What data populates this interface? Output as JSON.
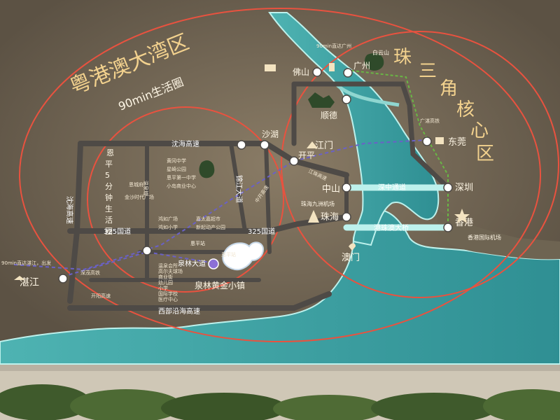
{
  "headline": {
    "title": "粤港澳大湾区",
    "subtitle": "90min生活圈",
    "delta_chars": [
      "珠",
      "三",
      "角",
      "核",
      "心",
      "区"
    ],
    "local_circle_chars": [
      "恩",
      "平",
      "5",
      "分",
      "钟",
      "生",
      "活",
      "圈"
    ]
  },
  "cities": {
    "guangzhou": "广州",
    "baiyunshan": "白云山",
    "foshan": "佛山",
    "shunde": "顺德",
    "dongguan": "东莞",
    "shenzhen": "深圳",
    "hongkong": "香港",
    "hk_airport": "香港国际机场",
    "macau": "澳门",
    "zhuhai": "珠海",
    "zhuhai_airport": "珠海九洲机场",
    "zhongshan": "中山",
    "jiangmen": "江门",
    "kaiping": "开平",
    "shahu": "沙湖",
    "zhanjiang": "湛江",
    "enping_station": "恩平站",
    "project": "泉林黄金小镇"
  },
  "roads": {
    "shenhai_top": "沈海高速",
    "shenhai_left": "沈海高速",
    "guodao325_left": "325国道",
    "guodao325_right": "325国道",
    "xibu_yanhai": "西部沿海高速",
    "quanlin_dadao": "泉林大道",
    "jianjiang_dadao": "锦江大道",
    "gangzhu_bridge": "港珠澳大桥",
    "humen_bridge": "深中通道",
    "zhanjiang_gaotie": "深茂高铁",
    "jiangzhu_gaosu": "江珠高速",
    "guangzhan_gaotie": "广湛高铁",
    "duenpin_gaosu": "中开高速",
    "lanxiao_gaosu": "开阳高速"
  },
  "amenities_right": [
    "黄冈中学",
    "星崎公园",
    "恩平第一中学",
    "小岛商业中心"
  ],
  "amenities_left": [
    "恩城府",
    "温泉城",
    "金沙时代广场"
  ],
  "amenities_bottom": [
    "鸿如广场",
    "鸿如小学",
    "嘉太嘉超市",
    "新起动产公园"
  ],
  "project_features": [
    "温泉会所",
    "高尔夫球场",
    "商业街",
    "幼儿园",
    "小学",
    "国际学校",
    "医疗中心"
  ],
  "annotations": {
    "left_arrow": "90min直达湛江，出发",
    "guangzhou_note": "90min直达广州",
    "zhaoqing_note": "恩平站"
  },
  "colors": {
    "board": "#6b604f",
    "sea": "#39a3a6",
    "sea_light": "#8fd6d0",
    "road": "#4e4a46",
    "circle": "#e9523f",
    "highlight": "#f3d28e"
  }
}
